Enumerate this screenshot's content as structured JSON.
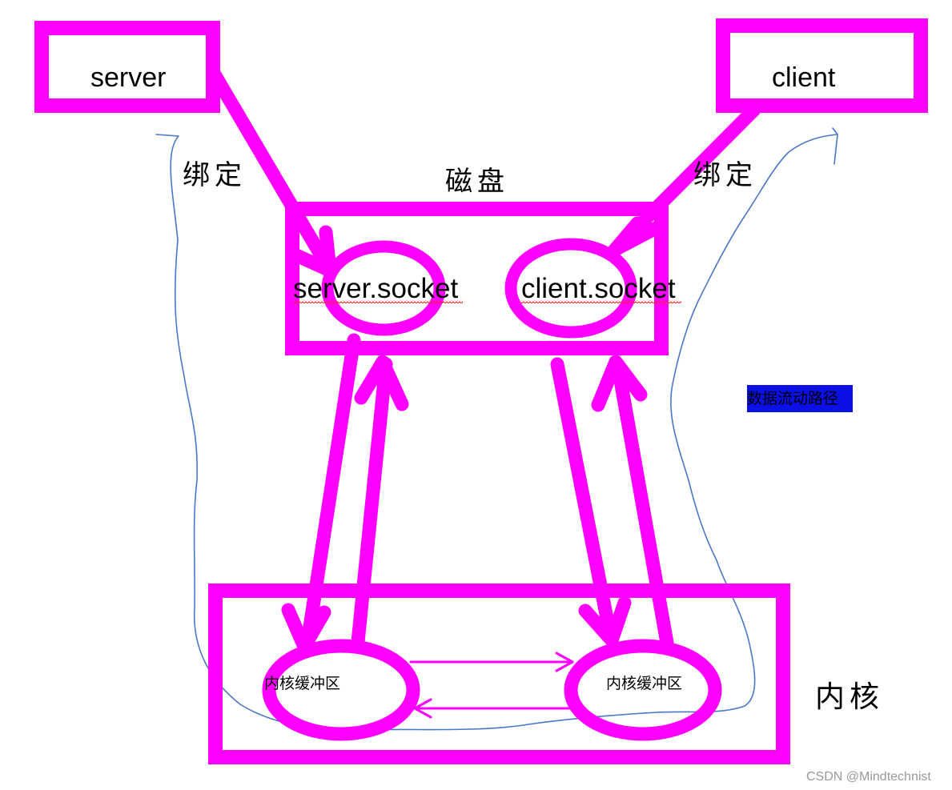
{
  "colors": {
    "box": "#ff00ff",
    "flow_path": "#4a78c8",
    "legend_bg": "#0a10e6",
    "spellcheck_underline": "#ff2020"
  },
  "nodes": {
    "server": "server",
    "client": "client",
    "disk_label": "磁盘",
    "server_socket": "server.socket",
    "client_socket": "client.socket",
    "kernel_label": "内核",
    "kernel_buffer_left": "内核缓冲区",
    "kernel_buffer_right": "内核缓冲区"
  },
  "edges": {
    "bind_left": "绑定",
    "bind_right": "绑定"
  },
  "legend": {
    "data_flow_path": "数据流动路径"
  },
  "watermark": "CSDN @Mindtechnist"
}
